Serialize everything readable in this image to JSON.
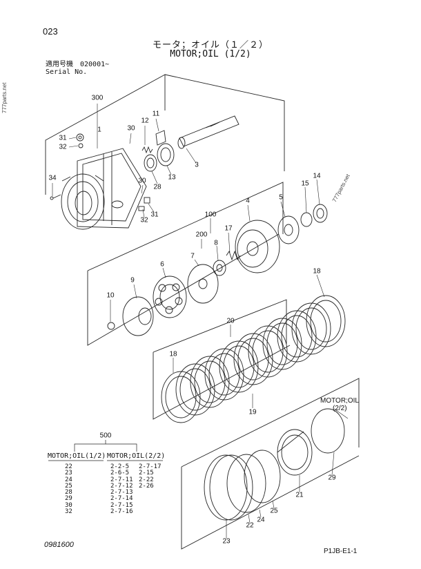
{
  "header": {
    "page_number": "023",
    "title_jp": "モータ；オイル（１／２）",
    "title_en": "MOTOR;OIL (1/2)",
    "serial_jp": "適用号機　020001~",
    "serial_en": "Serial No."
  },
  "watermarks": [
    "777parts.net",
    "777parts.net"
  ],
  "callouts": {
    "c300": "300",
    "c1": "1",
    "c11": "11",
    "c12": "12",
    "c30a": "30",
    "c31a": "31",
    "c32a": "32",
    "c3": "3",
    "c13": "13",
    "c28": "28",
    "c34": "34",
    "c30b": "30",
    "c32b": "32",
    "c31b": "31",
    "c15": "15",
    "c14": "14",
    "c5": "5",
    "c100": "100",
    "c4": "4",
    "c17": "17",
    "c200": "200",
    "c8": "8",
    "c7": "7",
    "c6": "6",
    "c9": "9",
    "c10": "10",
    "c18a": "18",
    "c20": "20",
    "c18b": "18",
    "c19": "19",
    "c29": "29",
    "c21": "21",
    "c25": "25",
    "c24": "24",
    "c22": "22",
    "c23": "23"
  },
  "side_note": {
    "line1": "MOTOR;OIL",
    "line2": "(2/2)"
  },
  "kit_table": {
    "kit_number": "500",
    "col1_header": "MOTOR;OIL(1/2)",
    "col2_header": "MOTOR;OIL(2/2)",
    "col1_items": [
      "22",
      "23",
      "24",
      "25",
      "28",
      "29",
      "30",
      "32"
    ],
    "col2a_items": [
      "2-2-5",
      "2-6-5",
      "2-7-11",
      "2-7-12",
      "2-7-13",
      "2-7-14",
      "2-7-15",
      "2-7-16"
    ],
    "col2b_items": [
      "2-7-17",
      "2-15",
      "2-22",
      "2-26"
    ]
  },
  "footer": {
    "drawing_number": "0981600",
    "sheet_code": "P1JB-E1-1"
  }
}
